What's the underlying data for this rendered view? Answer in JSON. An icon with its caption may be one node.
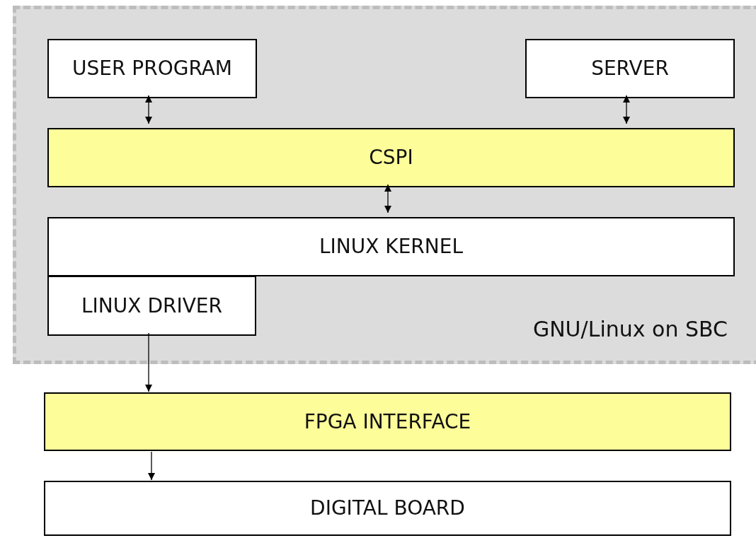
{
  "diagram": {
    "nodes": [
      {
        "text": [
          "GNU/Linux on SBC"
        ]
      },
      {
        "text": [
          "USER PROGRAM"
        ],
        "in": 0
      },
      {
        "text": [
          "SERVER"
        ],
        "in": 0
      },
      {
        "text": [
          "CSPI"
        ],
        "in": 0
      },
      {
        "text": [
          "LINUX KERNEL"
        ],
        "in": 0
      },
      {
        "text": [
          "LINUX DRIVER"
        ],
        "in": 0
      },
      {
        "text": [
          "FPGA INTERFACE"
        ]
      },
      {
        "text": [
          "DIGITAL BOARD"
        ]
      }
    ],
    "edges": [
      {
        "from": 1,
        "to": 3,
        "arrow": "both"
      },
      {
        "from": 2,
        "to": 3,
        "arrow": "both"
      },
      {
        "from": 3,
        "to": 4,
        "arrow": "both"
      },
      {
        "from": 5,
        "to": 6,
        "arrow": "to"
      },
      {
        "from": 6,
        "to": 7,
        "arrow": "to"
      }
    ]
  }
}
